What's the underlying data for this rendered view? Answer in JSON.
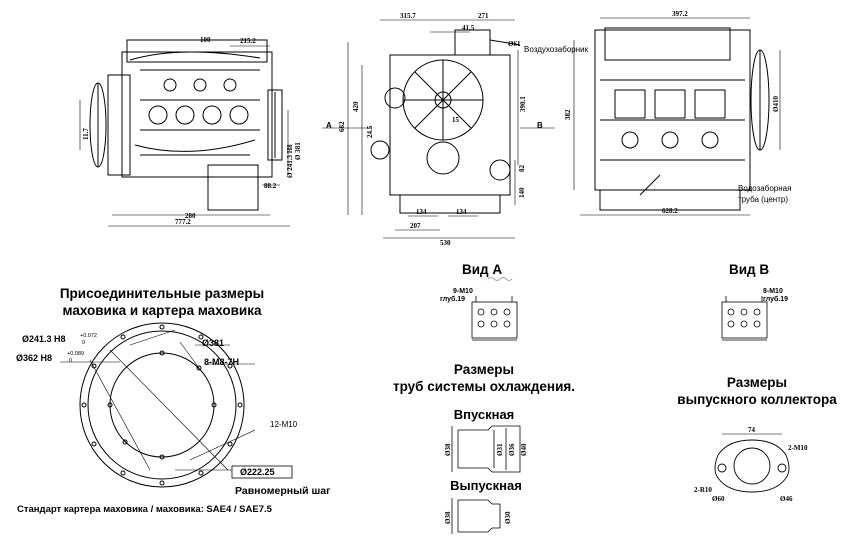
{
  "engine_views": {
    "side_left": {
      "dims": [
        "100",
        "215.2",
        "280",
        "777.2",
        "Ø 241.3 H8",
        "Ø 381",
        "88.2",
        "11.7"
      ]
    },
    "front": {
      "dims": [
        "315.7",
        "271",
        "41.5",
        "Ø61",
        "682",
        "420",
        "390.1",
        "24.5",
        "15",
        "82",
        "140",
        "134",
        "134",
        "207",
        "530"
      ],
      "label_a": "A",
      "label_b": "B",
      "air_intake": "Воздухозаборник"
    },
    "side_right": {
      "dims": [
        "397.2",
        "382",
        "Ø410",
        "628.2"
      ],
      "water_intake": [
        "Водозаборная",
        "труба (центр)"
      ]
    }
  },
  "flywheel": {
    "title_line1": "Присоединительные размеры",
    "title_line2": "маховика и картера маховика",
    "dim_241": "Ø241.3 H8",
    "dim_241_tol_upper": "+0.072",
    "dim_241_tol_lower": "0",
    "dim_362": "Ø362 H8",
    "dim_362_tol_upper": "+0.089",
    "dim_362_tol_lower": "0",
    "dim_381": "Ø381",
    "dim_thread": "8-M8-7H",
    "dim_12m10": "12-M10",
    "dim_222": "Ø222.25",
    "even_pitch": "Равномерный шаг",
    "standard": "Стандарт картера маховика / маховика: SAE4 / SAE7.5"
  },
  "view_a": {
    "title": "Вид  А",
    "thread": "9-M10",
    "depth": "глуб.19"
  },
  "view_b": {
    "title": "Вид  В",
    "thread": "8-M10",
    "depth": "глуб.19"
  },
  "cooling": {
    "title_line1": "Размеры",
    "title_line2": "труб системы охлаждения.",
    "inlet_title": "Впускная",
    "inlet_dims": [
      "Ø38",
      "Ø31",
      "Ø36",
      "Ø40"
    ],
    "outlet_title": "Выпускная",
    "outlet_dims": [
      "Ø38",
      "Ø30"
    ]
  },
  "exhaust": {
    "title_line1": "Размеры",
    "title_line2": "выпускного коллектора",
    "dims": [
      "74",
      "2-M10",
      "2-R10",
      "Ø60",
      "Ø46"
    ]
  }
}
